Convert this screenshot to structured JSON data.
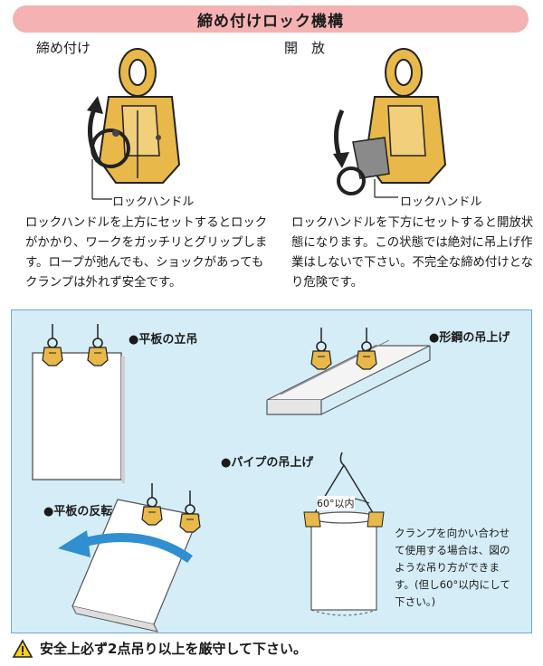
{
  "title": "締め付けロック機構",
  "tighten": {
    "heading": "締め付け",
    "handle_label": "ロックハンドル",
    "text": "ロックハンドルを上方にセットするとロックがかかり、ワークをガッチリとグリップします。ロープが弛んでも、ショックがあってもクランプは外れず安全です。"
  },
  "release": {
    "heading": "開　放",
    "handle_label": "ロックハンドル",
    "text": "ロックハンドルを下方にセットすると開放状態になります。この状態では絶対に吊上げ作業はしないで下さい。不完全な締め付けとなり危険です。"
  },
  "uses": {
    "flat_vertical": "●平板の立吊",
    "shape_steel": "●形鋼の吊上げ",
    "pipe": "●パイプの吊上げ",
    "flat_flip": "●平板の反転",
    "angle": "60°以内",
    "note": "クランプを向かい合わせて使用する場合は、図のような吊り方ができます。(但し60°以内にして下さい。)"
  },
  "warning": "安全上必ず2点吊り以上を厳守して下さい。",
  "colors": {
    "title_bg": "#f5b2b2",
    "panel_bg": "#d4edf7",
    "clamp": "#e8b84a",
    "arrow_blue": "#2f8fd0"
  }
}
